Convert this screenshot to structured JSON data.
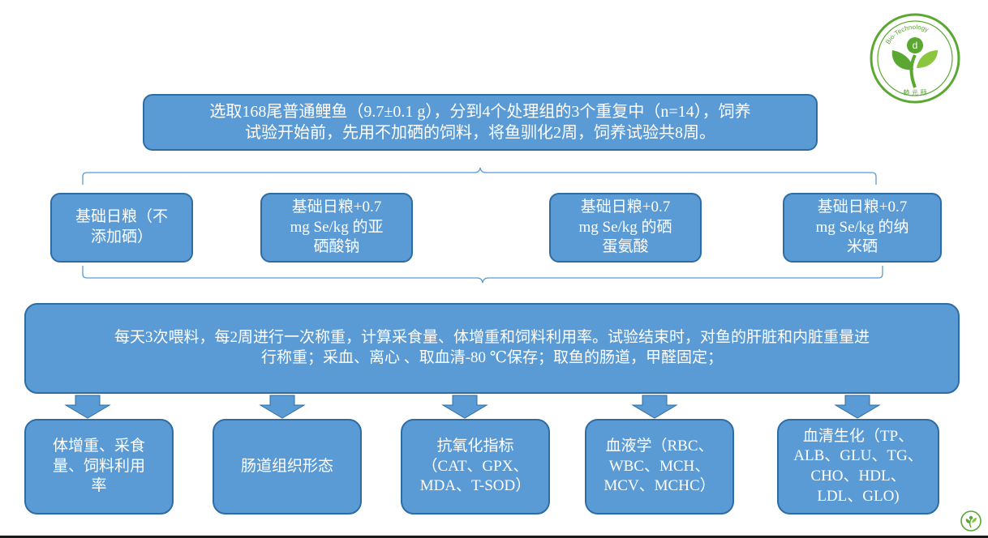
{
  "top_box": {
    "line1": "选取168尾普通鲤鱼（9.7±0.1 g），分到4个处理组的3个重复中（n=14），饲养",
    "line2": "试验开始前，先用不加硒的饲料，将鱼驯化2周，饲养试验共8周。"
  },
  "diets": [
    {
      "line1": "基础日粮（不",
      "line2": "添加硒）",
      "line3": ""
    },
    {
      "line1": "基础日粮+0.7",
      "line2": "mg Se/kg 的亚",
      "line3": "硒酸钠"
    },
    {
      "line1": "基础日粮+0.7",
      "line2": "mg Se/kg 的硒",
      "line3": "蛋氨酸"
    },
    {
      "line1": "基础日粮+0.7",
      "line2": "mg Se/kg 的纳",
      "line3": "米硒"
    }
  ],
  "procedure_box": {
    "line1": "每天3次喂料，每2周进行一次称重，计算采食量、体增重和饲料利用率。试验结束时，对鱼的肝脏和内脏重量进",
    "line2": "行称重；采血、离心 、取血清-80 ℃保存；取鱼的肠道，甲醛固定；"
  },
  "outcomes": [
    {
      "lines": [
        "体增重、采食",
        "量、饲料利用",
        "率"
      ]
    },
    {
      "lines": [
        "肠道组织形态"
      ]
    },
    {
      "lines": [
        "抗氧化指标",
        "（CAT、GPX、",
        "MDA、T-SOD）"
      ]
    },
    {
      "lines": [
        "血液学（RBC、",
        "WBC、MCH、",
        "MCV、MCHC）"
      ]
    },
    {
      "lines": [
        "血清生化（TP、",
        "ALB、GLU、TG、",
        "CHO、HDL、",
        "LDL、GLO)"
      ]
    }
  ],
  "logo": {
    "arc_text": "Bio-Technology",
    "glyph": "d",
    "bottom_text": "赖 元 颐"
  },
  "colors": {
    "box_fill": "#5b9bd5",
    "box_border": "#2e6da4",
    "connector": "#5b9bd5",
    "logo_green": "#5aa832"
  }
}
